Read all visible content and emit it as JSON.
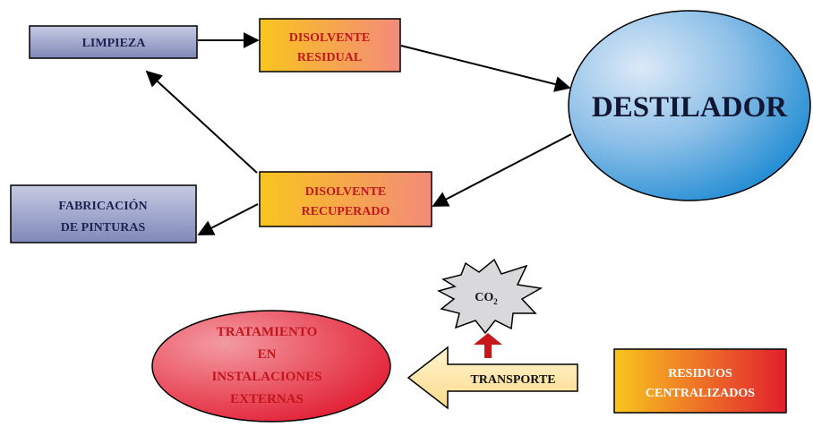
{
  "diagram": {
    "nodes": {
      "limpieza": {
        "lines": [
          "LIMPIEZA"
        ]
      },
      "disolvente_residual": {
        "lines": [
          "DISOLVENTE",
          "RESIDUAL"
        ]
      },
      "destilador": {
        "lines": [
          "DESTILADOR"
        ]
      },
      "disolvente_recuperado": {
        "lines": [
          "DISOLVENTE",
          "RECUPERADO"
        ]
      },
      "fabricacion": {
        "lines": [
          "FABRICACIÓN",
          "DE PINTURAS"
        ]
      },
      "co2": {
        "main": "CO",
        "sub": "2"
      },
      "tratamiento": {
        "lines": [
          "TRATAMIENTO",
          "EN",
          "INSTALACIONES",
          "EXTERNAS"
        ]
      },
      "transporte": {
        "lines": [
          "TRANSPORTE"
        ]
      },
      "residuos": {
        "lines": [
          "RESIDUOS",
          "CENTRALIZADOS"
        ]
      }
    },
    "colors": {
      "blue_box": "#8e97c2",
      "orange_box_start": "#f9c51e",
      "orange_box_end": "#f38a7a",
      "destilador_light": "#bcd7ef",
      "destilador_dark": "#2d93d6",
      "tratamiento_light": "#ef7f8a",
      "tratamiento_dark": "#e21f39",
      "residuos_start": "#f9c51e",
      "residuos_end": "#e21f2f",
      "text_red": "#c3161c",
      "arrow_fill": "#fde7a3",
      "co2_fill": "#d9d9db",
      "up_arrow": "#c8161d"
    }
  }
}
